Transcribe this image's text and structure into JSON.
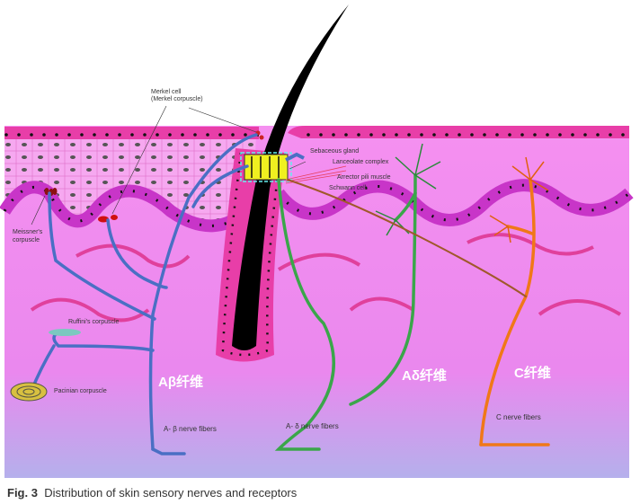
{
  "labels": {
    "merkel_cell": "Merkel cell",
    "merkel_corpuscle": "(Merkel corpuscle)",
    "sebaceous_gland": "Sebaceous gland",
    "lanceolate_complex": "Lanceolate complex",
    "arrector_pili": "Arrector pili muscle",
    "schwann_cell": "Schwann cell",
    "meissner_1": "Meissner's",
    "meissner_2": "corpuscle",
    "ruffini": "Ruffini's corpuscle",
    "pacinian": "Pacinian corpuscle",
    "ab_fibers": "A- β nerve fibers",
    "ad_fibers": "A- δ nerve fibers",
    "c_fibers": "C nerve fibers"
  },
  "annotations": {
    "ab": "Aβ纤维",
    "ad": "Aδ纤维",
    "c": "C纤维"
  },
  "caption": {
    "prefix": "Fig. 3",
    "text": "Distribution of skin sensory nerves and receptors"
  },
  "colors": {
    "skin": "#f48ef0",
    "epidermis": "#e83ea8",
    "ab_fiber": "#4a6fc4",
    "ad_fiber": "#3aa64a",
    "c_fiber": "#f07818",
    "hair": "#000000"
  }
}
